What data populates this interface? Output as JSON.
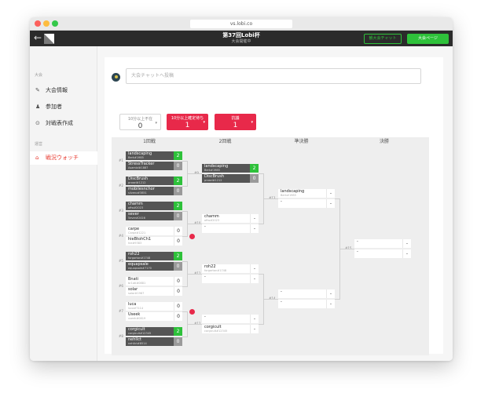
{
  "browser": {
    "url": "vs.lobi.co"
  },
  "header": {
    "title": "第37回Lobi杯",
    "subtitle": "大会開催中",
    "chat_button": "観大会チャット",
    "page_button": "大会ページ"
  },
  "sidebar": {
    "section1": "大会",
    "items": [
      {
        "label": "大会情報",
        "icon": "pencil-icon"
      },
      {
        "label": "参加者",
        "icon": "users-icon"
      },
      {
        "label": "対戦表作成",
        "icon": "bracket-icon"
      }
    ],
    "section2": "運営",
    "active_item": {
      "label": "戦況ウォッチ",
      "icon": "home-icon"
    }
  },
  "chat": {
    "placeholder": "大会チャットへ投稿"
  },
  "filters": [
    {
      "label": "10分以上不在",
      "value": "0"
    },
    {
      "label": "10分以上確定待ち",
      "value": "1"
    },
    {
      "label": "抗議",
      "value": "1"
    }
  ],
  "bracket": {
    "rounds": [
      "1回戦",
      "2回戦",
      "準決勝",
      "決勝"
    ],
    "round1": [
      {
        "num": "#1",
        "a": {
          "name": "landscaping",
          "sub": "Berk#1985",
          "score": "2"
        },
        "b": {
          "name": "StressTracker",
          "sub": "Asamizi#1887",
          "score": "0"
        }
      },
      {
        "num": "#2",
        "a": {
          "name": "DiscBrush",
          "sub": "prosel#1212",
          "score": "2"
        },
        "b": {
          "name": "mobilesnchor",
          "sub": "silvenz#3851",
          "score": "0"
        }
      },
      {
        "num": "#3",
        "a": {
          "name": "chamm",
          "sub": "ofiw#2023",
          "score": "2"
        },
        "b": {
          "name": "sever",
          "sub": "5ever#2416",
          "score": "0"
        }
      },
      {
        "num": "#4",
        "a": {
          "name": "carpe",
          "sub": "Carpe#1221",
          "score": "0"
        },
        "b": {
          "name": "hieBtohCh1",
          "sub": "hie#9383",
          "score": "0"
        }
      },
      {
        "num": "#5",
        "a": {
          "name": "roh22",
          "sub": "forgartan#1748",
          "score": "2"
        },
        "b": {
          "name": "equapsale",
          "sub": "equapsale#7170",
          "score": "0"
        }
      },
      {
        "num": "#6",
        "a": {
          "name": "Bnati",
          "sub": "br1ati#0881",
          "score": "0"
        },
        "b": {
          "name": "solar",
          "sub": "solar#1967",
          "score": "0"
        }
      },
      {
        "num": "#7",
        "a": {
          "name": "luca",
          "sub": "luca#7114",
          "score": "0"
        },
        "b": {
          "name": "Useek",
          "sub": "useek#0819",
          "score": "0"
        }
      },
      {
        "num": "#8",
        "a": {
          "name": "corgicult",
          "sub": "corgicult#12345",
          "score": "2"
        },
        "b": {
          "name": "nehllct",
          "sub": "nehllct#8514",
          "score": "0"
        }
      }
    ],
    "round2": [
      {
        "num": "#9",
        "a": {
          "name": "landscaping",
          "sub": "Berk#1985",
          "score": "2"
        },
        "b": {
          "name": "DiscBrush",
          "sub": "prosel#1212",
          "score": "0"
        }
      },
      {
        "num": "#10",
        "a": {
          "name": "chamm",
          "sub": "ofiw#2023",
          "score": "-"
        },
        "b": {
          "name": "-",
          "sub": "",
          "score": "-"
        }
      },
      {
        "num": "#11",
        "a": {
          "name": "roh22",
          "sub": "forgartan#1748",
          "score": "-"
        },
        "b": {
          "name": "-",
          "sub": "",
          "score": "-"
        }
      },
      {
        "num": "#12",
        "a": {
          "name": "-",
          "sub": "",
          "score": "-"
        },
        "b": {
          "name": "corgicult",
          "sub": "corgicult#12345",
          "score": "-"
        }
      }
    ],
    "semis": [
      {
        "num": "#13",
        "a": {
          "name": "landscaping",
          "sub": "Berk#1985",
          "score": "-"
        },
        "b": {
          "name": "-",
          "sub": "",
          "score": "-"
        }
      },
      {
        "num": "#14",
        "a": {
          "name": "-",
          "sub": "",
          "score": "-"
        },
        "b": {
          "name": "-",
          "sub": "",
          "score": "-"
        }
      }
    ],
    "final": {
      "num": "#15",
      "a": {
        "name": "-",
        "sub": "",
        "score": "-"
      },
      "b": {
        "name": "-",
        "sub": "",
        "score": "-"
      }
    }
  }
}
